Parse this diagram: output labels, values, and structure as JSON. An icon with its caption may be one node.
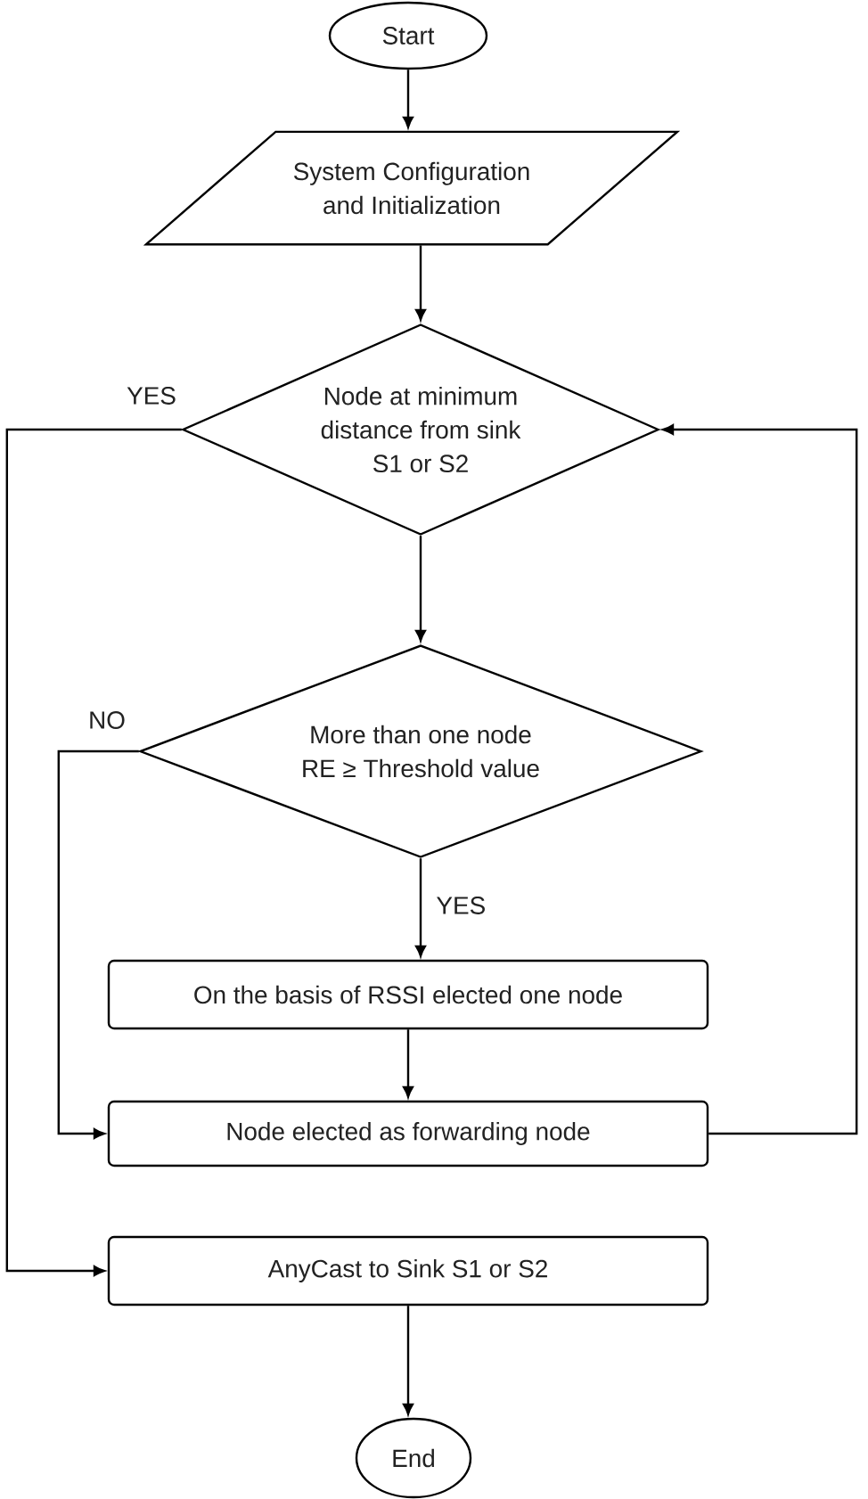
{
  "diagram": {
    "nodes": [
      {
        "text": [
          "Start"
        ]
      },
      {
        "text": [
          "System Configuration and Initialization"
        ]
      },
      {
        "text": [
          "Node at minimum distance from sink S1 or S2"
        ]
      },
      {
        "text": [
          "More than one node RE ≥ Threshold value"
        ]
      },
      {
        "text": [
          "On the basis of RSSI elected one node"
        ]
      },
      {
        "text": [
          "Node elected as forwarding node"
        ]
      },
      {
        "text": [
          "AnyCast to Sink S1 or S2"
        ]
      },
      {
        "text": [
          "End"
        ]
      }
    ],
    "edges": [
      {
        "from": 0,
        "to": 1,
        "arrow": "to"
      },
      {
        "from": 1,
        "to": 2,
        "arrow": "to"
      },
      {
        "from": 2,
        "to": 3,
        "arrow": "to"
      },
      {
        "from": 3,
        "to": 4,
        "arrow": "to",
        "label": "YES"
      },
      {
        "from": 3,
        "to": 5,
        "arrow": "to",
        "label": "NO"
      },
      {
        "from": 4,
        "to": 5,
        "arrow": "to"
      },
      {
        "from": 5,
        "to": 2,
        "arrow": "to"
      },
      {
        "from": 2,
        "to": 6,
        "arrow": "to",
        "label": "YES"
      },
      {
        "from": 6,
        "to": 7,
        "arrow": "to"
      }
    ]
  }
}
